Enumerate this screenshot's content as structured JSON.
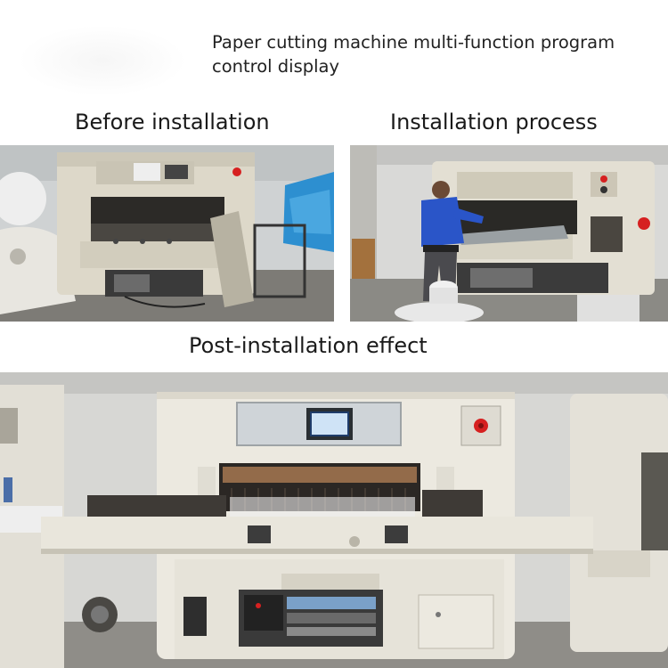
{
  "header": {
    "title": "Paper cutting machine multi-function program control display"
  },
  "sections": {
    "before": {
      "label": "Before installation"
    },
    "process": {
      "label": "Installation process"
    },
    "after": {
      "label": "Post-installation effect"
    }
  },
  "colors": {
    "machine_body": "#e6e2d6",
    "machine_shadow": "#b9b4a6",
    "wall": "#d8d8d6",
    "floor": "#8c8a84",
    "worker_shirt": "#2a55c8",
    "screen_blue": "#1f3c6a",
    "red_button": "#d62020"
  }
}
